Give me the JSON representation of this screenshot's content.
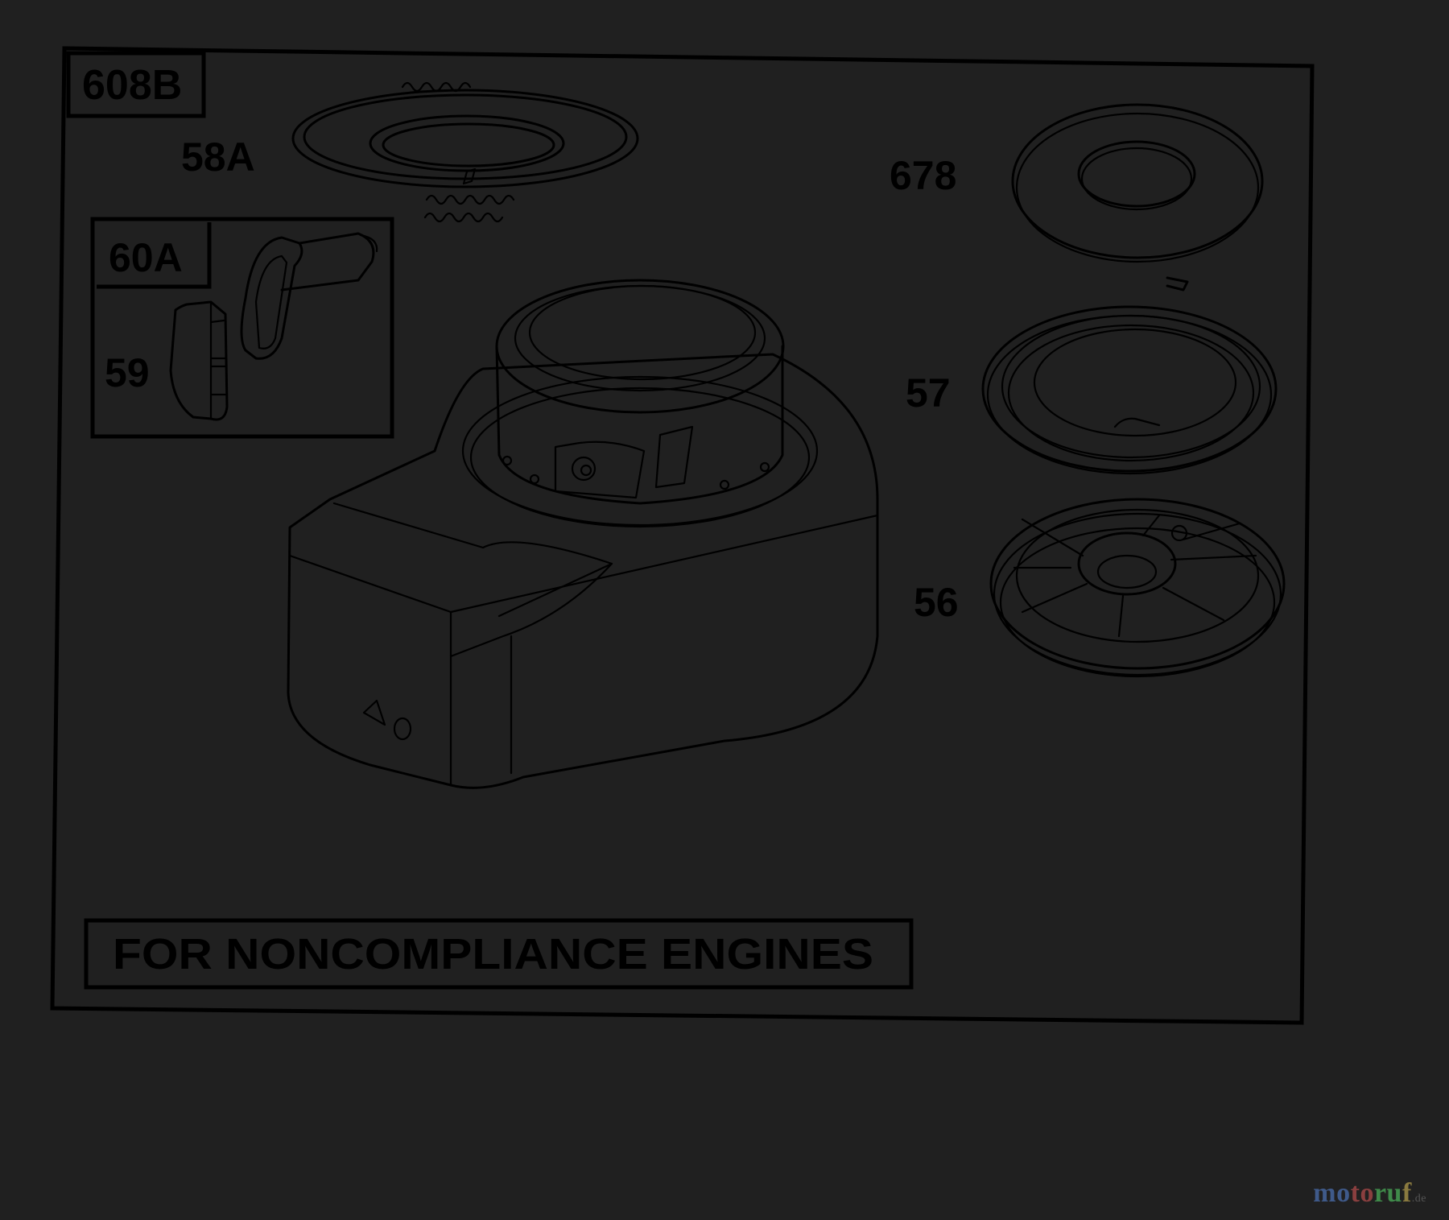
{
  "diagram": {
    "box_label": "608B",
    "inset_label": "60A",
    "parts": {
      "rope": "58A",
      "seal": "678",
      "spring": "57",
      "pulley": "56",
      "handle": "59"
    },
    "footer_note": "FOR NONCOMPLIANCE ENGINES"
  },
  "watermark": {
    "parts": [
      "mo",
      "to",
      "ru",
      "f"
    ],
    "tld": ".de"
  }
}
